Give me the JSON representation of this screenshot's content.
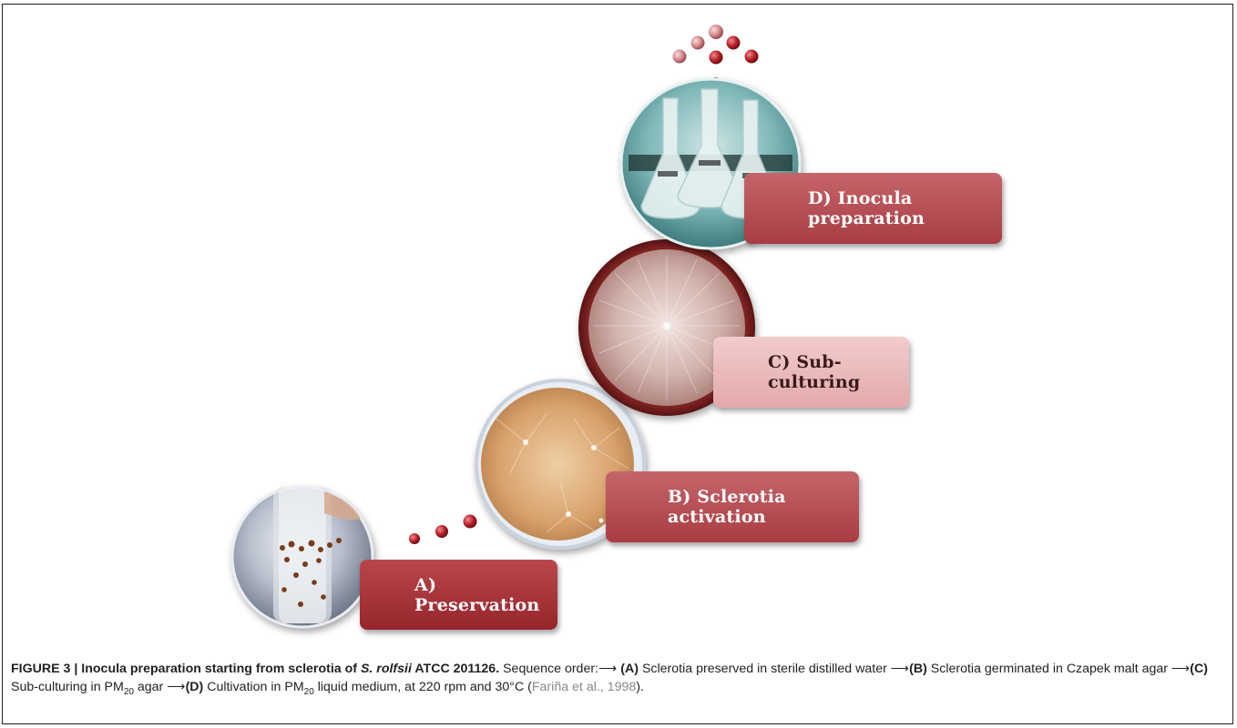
{
  "figure": {
    "steps": {
      "a": "A) Preservation",
      "b": "B) Sclerotia activation",
      "c": "C) Sub-culturing",
      "d": "D) Inocula preparation"
    },
    "colors": {
      "dark_red": "#96252c",
      "mid_red": "#a83d43",
      "light_pink": "#e3a9aa",
      "bead_red": "#b8212a",
      "bead_pink": "#d48a8c"
    }
  },
  "caption": {
    "figure_label": "FIGURE 3 | Inocula preparation starting from sclerotia of ",
    "species": "S. rolfsii",
    "strain": " ATCC 201126.",
    "sequence_intro": " Sequence order:⟶ ",
    "a_tag": "(A)",
    "a_text": " Sclerotia preserved in sterile distilled water ⟶",
    "b_tag": "(B)",
    "b_text": " Sclerotia germinated in Czapek malt agar ⟶",
    "c_tag": "(C)",
    "c_text_1": " Sub-culturing in PM",
    "c_sub": "20",
    "c_text_2": " agar ⟶",
    "d_tag": "(D)",
    "d_text_1": " Cultivation in PM",
    "d_sub": "20",
    "d_text_2": " liquid medium, at 220 rpm and 30°C (",
    "citation": "Fariña et al., 1998",
    "end": ")."
  }
}
